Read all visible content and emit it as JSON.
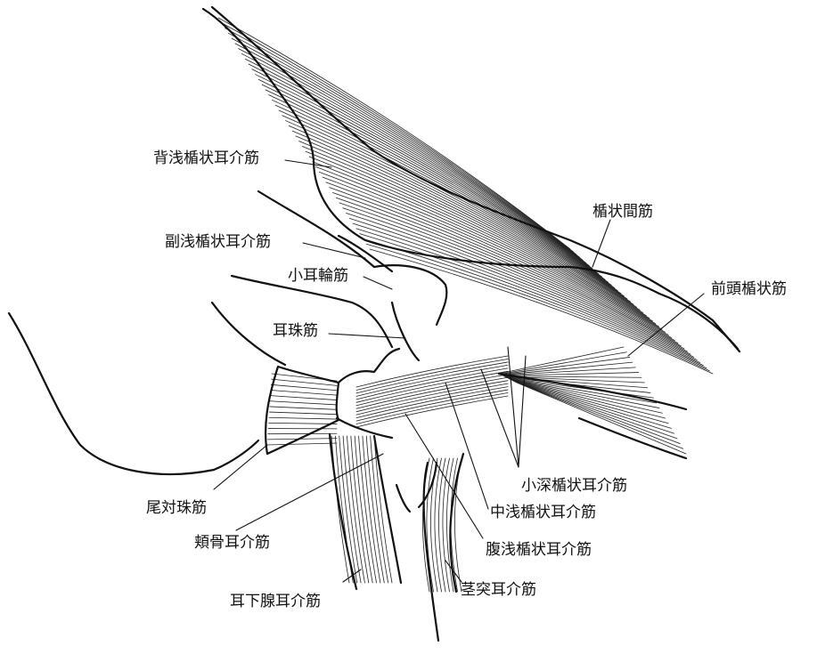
{
  "labels": {
    "dorsal_superficial_scutuloauricular": "背浅楯状耳介筋",
    "interscutular": "楯状間筋",
    "accessory_superficial_scutuloauricular": "副浅楯状耳介筋",
    "frontoscutular": "前頭楯状筋",
    "helicis_minor": "小耳輪筋",
    "tragicus": "耳珠筋",
    "antitragicus": "尾対珠筋",
    "deep_scutuloauricular_minor": "小深楯状耳介筋",
    "zygomaticoauricular": "頬骨耳介筋",
    "middle_superficial_scutuloauricular": "中浅楯状耳介筋",
    "ventral_superficial_scutuloauricular": "腹浅楯状耳介筋",
    "parotidoauricular": "耳下腺耳介筋",
    "styloauricular": "茎突耳介筋"
  },
  "colors": {
    "ink": "#111111",
    "paper": "#ffffff"
  }
}
